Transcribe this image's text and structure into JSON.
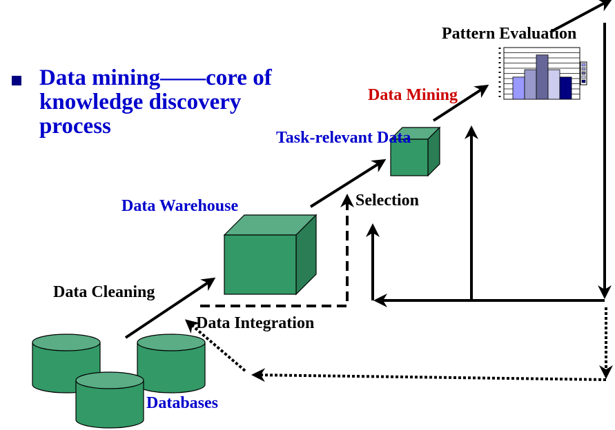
{
  "title": {
    "bullet_icon": "square-bullet",
    "text": "Data mining——core of knowledge discovery process"
  },
  "labels": {
    "pattern_evaluation": "Pattern Evaluation",
    "data_mining": "Data Mining",
    "task_relevant_data": "Task-relevant Data",
    "selection": "Selection",
    "data_warehouse": "Data Warehouse",
    "data_cleaning": "Data Cleaning",
    "data_integration": "Data Integration",
    "databases": "Databases"
  },
  "colors": {
    "title_blue": "#0000cc",
    "mining_red": "#cc0000",
    "cube_front": "#339966",
    "cube_top": "#5aad85",
    "cube_side": "#2a7d54",
    "arrow": "#000000"
  },
  "chart_icon": {
    "bar_values": [
      3,
      4,
      6,
      4,
      3
    ],
    "bar_colors": [
      "#9999ff",
      "#9999cc",
      "#666699",
      "#ccccee",
      "#000080"
    ]
  }
}
